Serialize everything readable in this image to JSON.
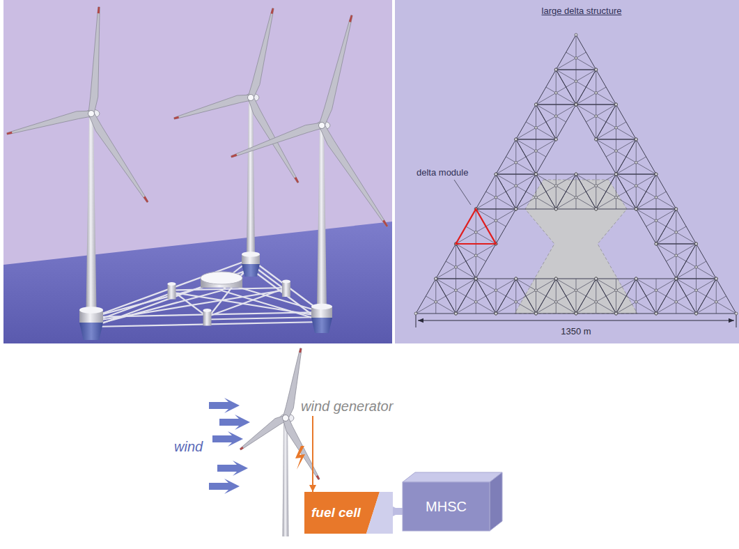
{
  "diagram": {
    "nodes": [
      {
        "text": [
          "wind generator"
        ]
      },
      {
        "text": [
          "fuel cell"
        ]
      },
      {
        "text": [
          "MHSC"
        ]
      }
    ],
    "edges": [
      {
        "from": 0,
        "to": 1,
        "arrow": "to"
      },
      {
        "from": 1,
        "to": 2,
        "arrow": "to"
      }
    ],
    "labels": [
      "large delta structure",
      "delta module",
      "1350 m",
      "wind"
    ]
  }
}
